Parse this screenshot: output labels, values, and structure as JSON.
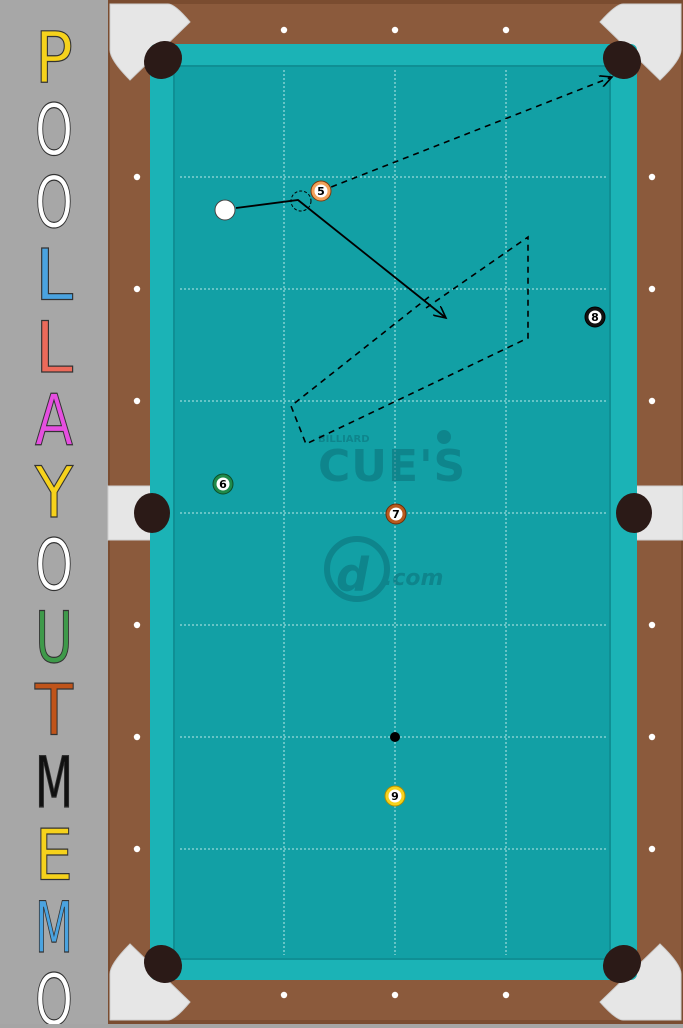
{
  "app": {
    "side_title_letters": [
      {
        "char": "P",
        "color": "#f6d21c"
      },
      {
        "char": "O",
        "color": "#ffffff"
      },
      {
        "char": "O",
        "color": "#ffffff"
      },
      {
        "char": "L",
        "color": "#4aa3e0"
      },
      {
        "char": "L",
        "color": "#ec6a5a"
      },
      {
        "char": "A",
        "color": "#e64fe0"
      },
      {
        "char": "Y",
        "color": "#f6d21c"
      },
      {
        "char": "O",
        "color": "#ffffff"
      },
      {
        "char": "U",
        "color": "#3e9a4a"
      },
      {
        "char": "T",
        "color": "#c0541a"
      },
      {
        "char": "M",
        "color": "#111111"
      },
      {
        "char": "E",
        "color": "#f6d21c"
      },
      {
        "char": "M",
        "color": "#4aa3e0"
      },
      {
        "char": "O",
        "color": "#ffffff"
      }
    ]
  },
  "watermark": {
    "small_text": "BILLIARD",
    "main_text": "CUE'S",
    "logo_letter": "d",
    "com_text": ".com"
  },
  "balls": [
    {
      "id": "cue",
      "label": "",
      "fill": "#ffffff",
      "ring": "#ffffff"
    },
    {
      "id": "5",
      "label": "5",
      "fill": "#f2a25a",
      "ring": "#7a3a10"
    },
    {
      "id": "6",
      "label": "6",
      "fill": "#1e8a4a",
      "ring": "#0c4d28"
    },
    {
      "id": "7",
      "label": "7",
      "fill": "#b85a1e",
      "ring": "#6b2e08"
    },
    {
      "id": "8",
      "label": "8",
      "fill": "#111111",
      "ring": "#000000"
    },
    {
      "id": "9",
      "label": "9",
      "fill": "#f6d21c",
      "ring": "#b08c00"
    }
  ],
  "colors": {
    "felt": "#12a0a5",
    "cushion": "#1bb3b6",
    "rail": "#8b5a3c",
    "corner": "#e6e6e6",
    "pocket": "#2b1a17",
    "grid": "#d9f4f4"
  }
}
